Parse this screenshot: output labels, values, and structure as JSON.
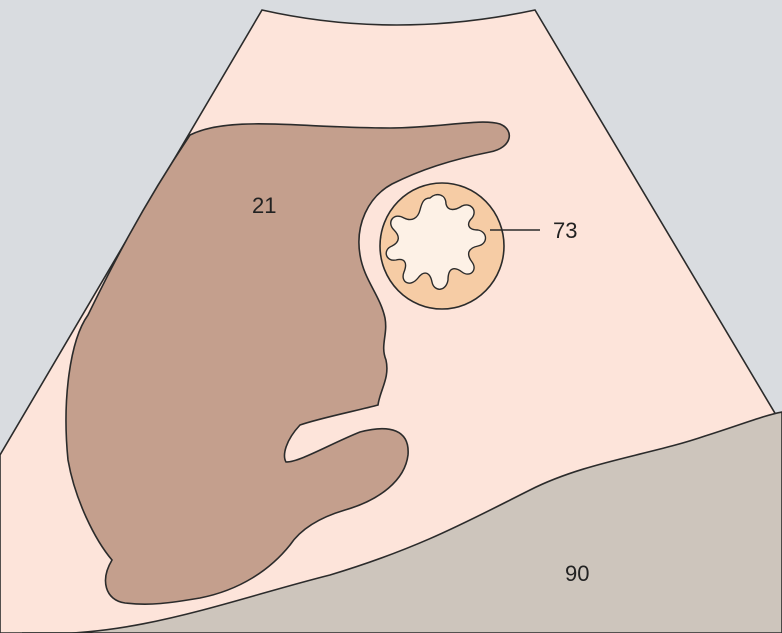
{
  "labels": {
    "left_region": "21",
    "ring_structure": "73",
    "bottom_region": "90"
  },
  "colors": {
    "background": "#d9dce0",
    "sector": "#fde4da",
    "large_organ": "#c49f8d",
    "ring_outer": "#f6cca5",
    "ring_inner": "#fdf1e6",
    "bottom_layer": "#cdc5bc",
    "outline": "#2b2b2b"
  }
}
